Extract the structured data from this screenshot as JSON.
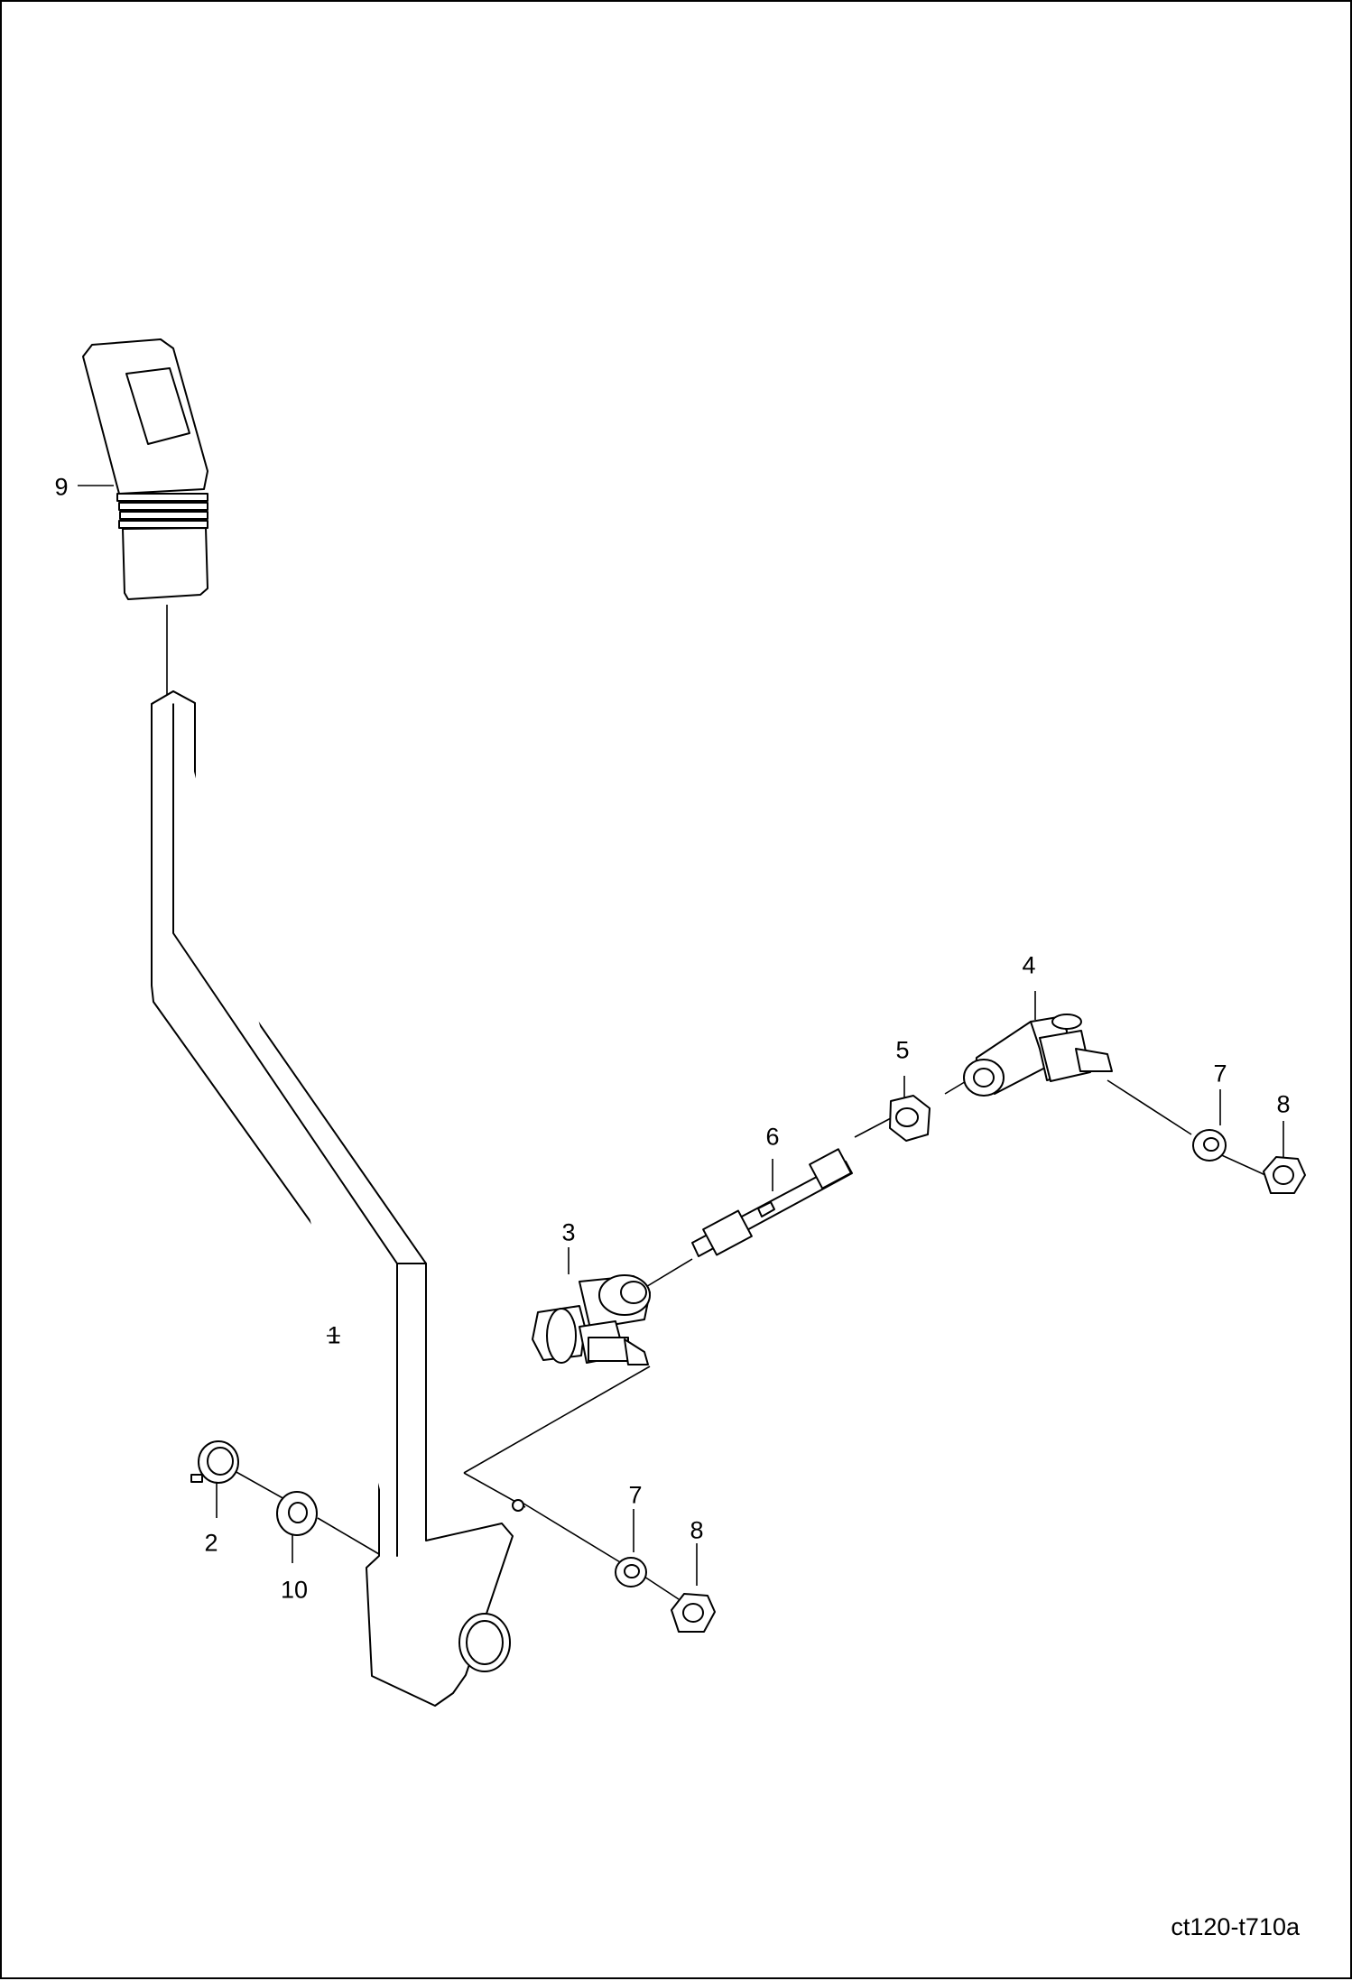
{
  "figure_id": "ct120-t710a",
  "callouts": {
    "c1": "1",
    "c2": "2",
    "c3": "3",
    "c4": "4",
    "c5": "5",
    "c6": "6",
    "c7a": "7",
    "c7b": "7",
    "c8a": "8",
    "c8b": "8",
    "c9": "9",
    "c10": "10"
  }
}
